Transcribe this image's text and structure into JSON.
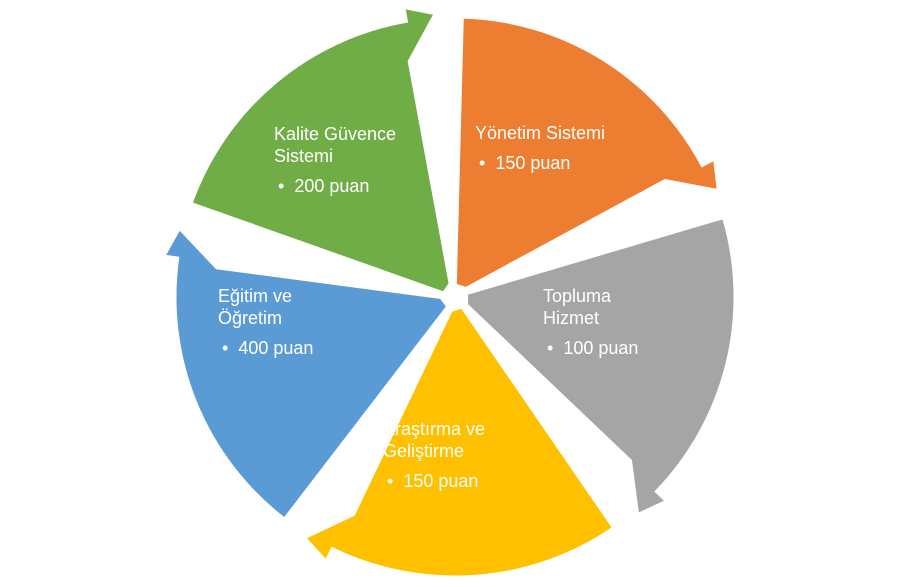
{
  "segments": [
    {
      "title": "Yönetim Sistemi",
      "bullet": "150 puan",
      "color": "#ED7D31"
    },
    {
      "title": "Topluma Hizmet",
      "bullet": "100 puan",
      "color": "#A5A5A5"
    },
    {
      "title": "Araştırma ve Geliştirme",
      "bullet": "150 puan",
      "color": "#FFC000"
    },
    {
      "title": "Eğitim ve Öğretim",
      "bullet": "400 puan",
      "color": "#5B9BD5"
    },
    {
      "title": "Kalite Güvence Sistemi",
      "bullet": "200 puan",
      "color": "#70AD47"
    }
  ]
}
